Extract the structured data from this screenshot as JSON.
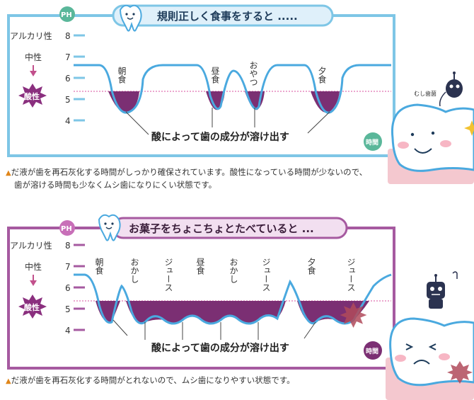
{
  "top": {
    "title": "規則正しく食事をすると .....",
    "ph_label": "PH",
    "alkaline_label": "アルカリ性",
    "neutral_label": "中性",
    "acidic_label": "酸性",
    "y_ticks": [
      "8",
      "7",
      "6",
      "5",
      "4"
    ],
    "meals": [
      "朝食",
      "昼食",
      "おやつ",
      "夕食"
    ],
    "annotation": "酸によって歯の成分が溶け出す",
    "time_label": "時間",
    "mascot_label": "むし歯菌",
    "colors": {
      "frame": "#7ec6e6",
      "curve": "#4aa9df",
      "fill": "#7b2f73",
      "title_bg": "#dff0fa"
    }
  },
  "top_caption": [
    "だ液が歯を再石灰化する時間がしっかり確保されています。酸性になっている時間が少ないので、",
    "歯が溶ける時間も少なくムシ歯になりにくい状態です。"
  ],
  "bottom": {
    "title": "お菓子をちょこちょとたべていると ...",
    "ph_label": "PH",
    "alkaline_label": "アルカリ性",
    "neutral_label": "中性",
    "acidic_label": "酸性",
    "y_ticks": [
      "8",
      "7",
      "6",
      "5",
      "4"
    ],
    "meals": [
      "朝食",
      "おかし",
      "ジュース",
      "昼食",
      "おかし",
      "ジュース",
      "夕食",
      "ジュース"
    ],
    "annotation": "酸によって歯の成分が溶け出す",
    "time_label": "時間",
    "colors": {
      "frame": "#a65aa0",
      "curve": "#4aa9df",
      "fill": "#7b2f73",
      "title_bg": "#f2dff0"
    }
  },
  "bottom_caption": [
    "だ液が歯を再石灰化する時間がとれないので、ムシ歯になりやすい状態です。"
  ]
}
